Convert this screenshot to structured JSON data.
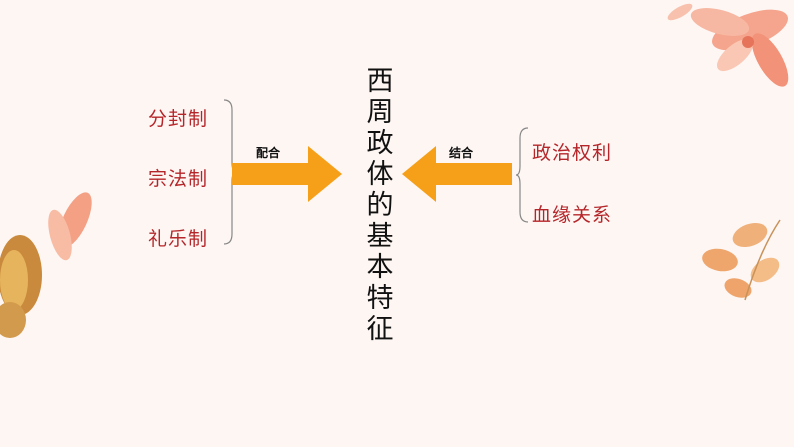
{
  "title": "西周政体的基本特征",
  "left_items": [
    "分封制",
    "宗法制",
    "礼乐制"
  ],
  "left_arrow_label": "配合",
  "right_items": [
    "政治权利",
    "血缘关系"
  ],
  "right_arrow_label": "结合",
  "colors": {
    "background": "#fdf6f3",
    "arrow": "#f6a01a",
    "item_text": "#b5262a",
    "brace": "#888888",
    "title_text": "#111111"
  },
  "icons": {
    "top_right": "flower-petals-icon",
    "left": "flower-bud-icon",
    "bottom_right": "petal-cluster-icon"
  }
}
